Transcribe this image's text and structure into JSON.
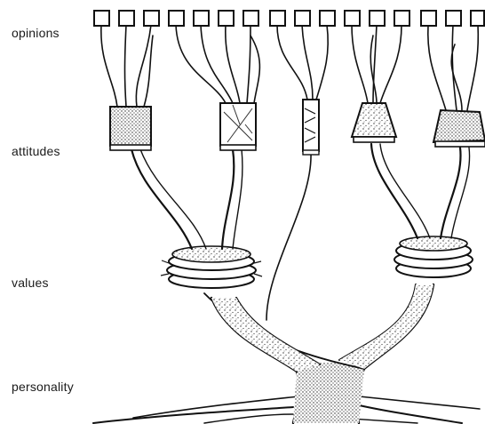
{
  "labels": {
    "opinions": "opinions",
    "attitudes": "attitudes",
    "values": "values",
    "personality": "personality"
  },
  "colors": {
    "ink": "#111111",
    "stipple": "#333333",
    "paper": "#ffffff"
  }
}
